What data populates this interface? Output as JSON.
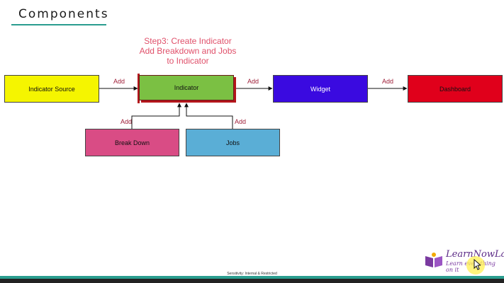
{
  "slide": {
    "title": "Components",
    "step_note": [
      "Step3: Create Indicator",
      "Add Breakdown and Jobs",
      "to Indicator"
    ],
    "footer": "Sensitivity: Internal & Restricted"
  },
  "diagram": {
    "nodes": {
      "indicator_source": "Indicator Source",
      "indicator": "Indicator",
      "widget": "Widget",
      "dashboard": "Dashboard",
      "breakdown": "Break Down",
      "jobs": "Jobs"
    },
    "edge_labels": {
      "source_to_indicator": "Add",
      "indicator_to_widget": "Add",
      "widget_to_dashboard": "Add",
      "breakdown_to_indicator": "Add",
      "jobs_to_indicator": "Add"
    },
    "colors": {
      "indicator_source": "#f5f500",
      "indicator": "#7bc043",
      "widget": "#3a0ae0",
      "dashboard": "#e0001b",
      "breakdown": "#d94c85",
      "jobs": "#5aaed6",
      "step_note": "#e0506a",
      "accent": "#2a9d8f"
    }
  },
  "logo": {
    "name": "LearnNowLab",
    "tagline": "Learn everything on it"
  }
}
